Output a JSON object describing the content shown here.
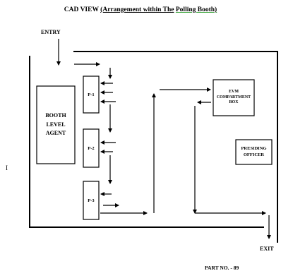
{
  "title": {
    "prefix": "CAD VIEW",
    "underlined": "(Arrangement within The",
    "underlined2": "Polling Booth)"
  },
  "labels": {
    "entry": "ENTRY",
    "exit": "EXIT",
    "margin_mark": "I",
    "part_no": "PART NO. - 89"
  },
  "boxes": {
    "agent": "BOOTH LEVEL AGENT",
    "p1": "P-1",
    "p2": "P-2",
    "p3": "P-3",
    "evm": "EVM COMPARTMENT BOX",
    "officer": "PRESIDING OFFICER"
  }
}
